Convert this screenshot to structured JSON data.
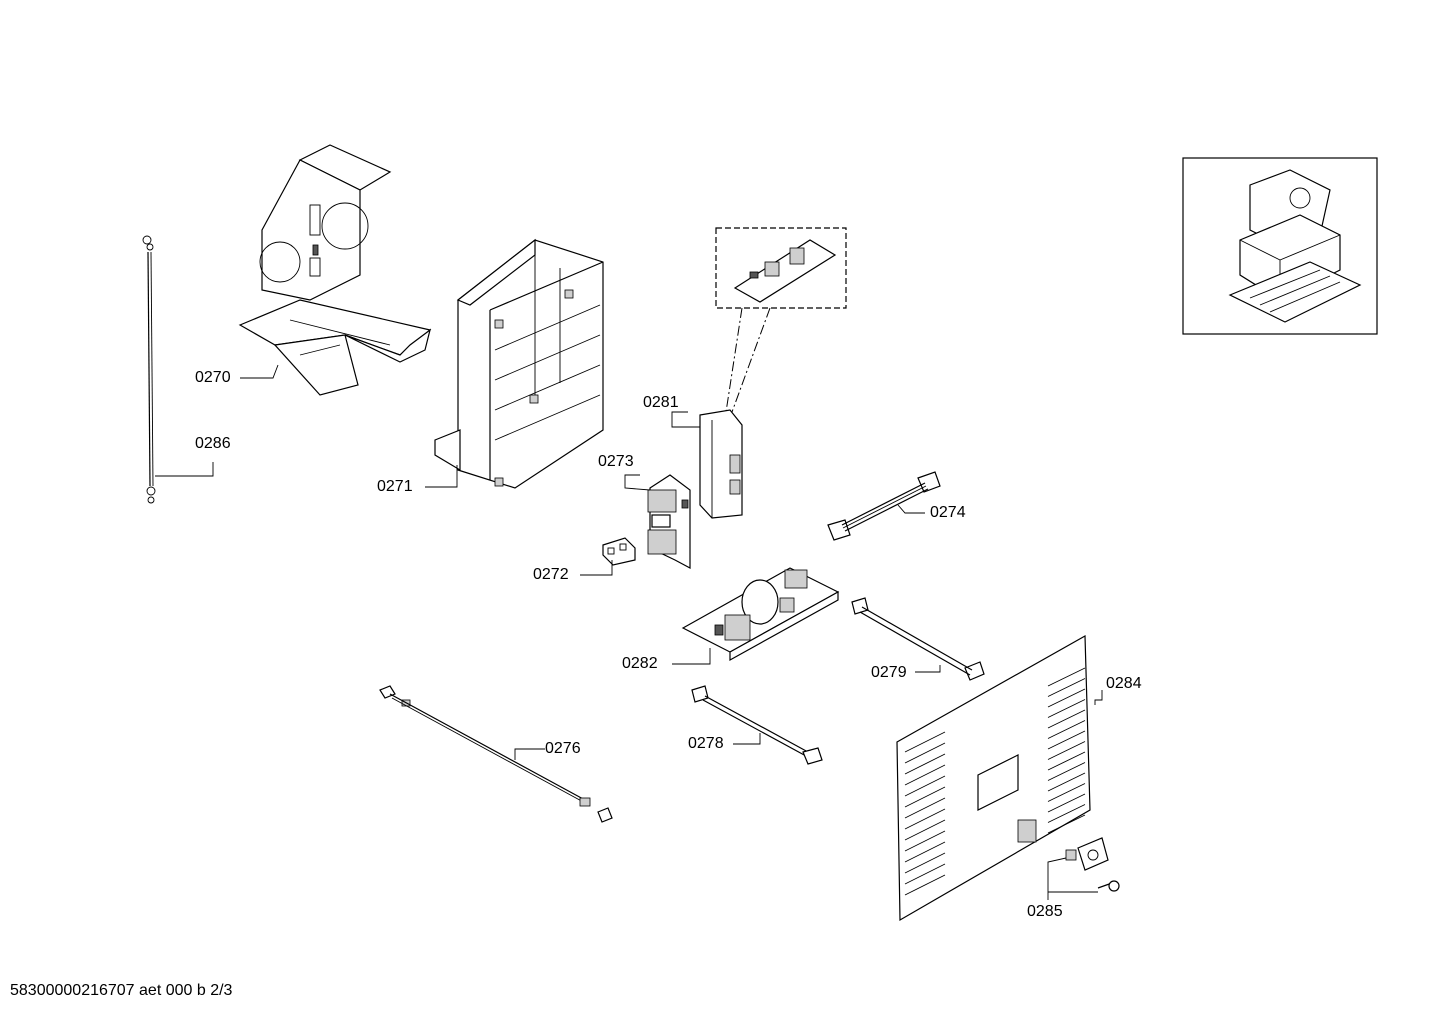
{
  "labels": {
    "p0270": "0270",
    "p0271": "0271",
    "p0272": "0272",
    "p0273": "0273",
    "p0274": "0274",
    "p0276": "0276",
    "p0278": "0278",
    "p0279": "0279",
    "p0281": "0281",
    "p0282": "0282",
    "p0284": "0284",
    "p0285": "0285",
    "p0286": "0286"
  },
  "footer": "58300000216707 aet 000 b 2/3"
}
